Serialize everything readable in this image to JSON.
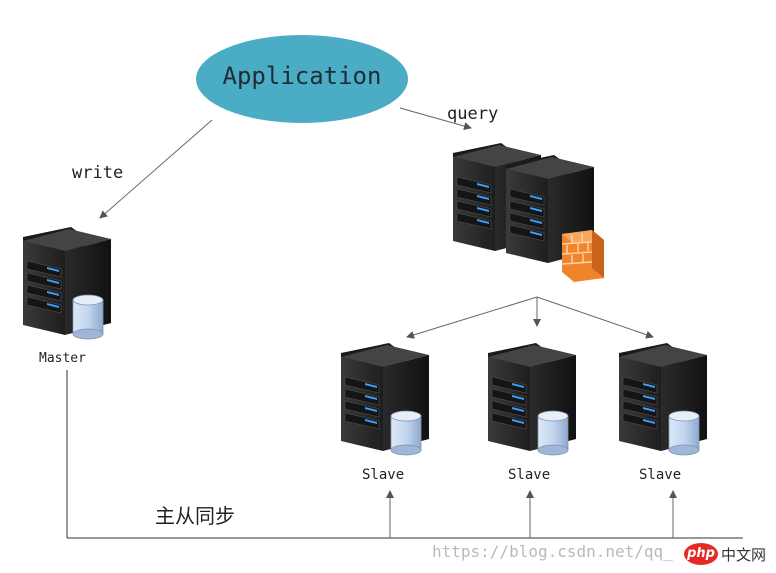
{
  "diagram": {
    "application": {
      "label": "Application",
      "color": "#4bacc6"
    },
    "write_label": "write",
    "query_label": "query",
    "master_label": "Master",
    "slaves": [
      {
        "label": "Slave"
      },
      {
        "label": "Slave"
      },
      {
        "label": "Slave"
      }
    ],
    "sync_label": "主从同步"
  },
  "watermark": {
    "url": "https://blog.csdn.net/qq_",
    "logo_php": "php",
    "logo_cn": "中文网"
  },
  "colors": {
    "server_body": "#2f2f2f",
    "server_led": "#3aa0ff",
    "firewall": "#f0842c",
    "database": "#b7cdea",
    "arrow": "#666666"
  }
}
